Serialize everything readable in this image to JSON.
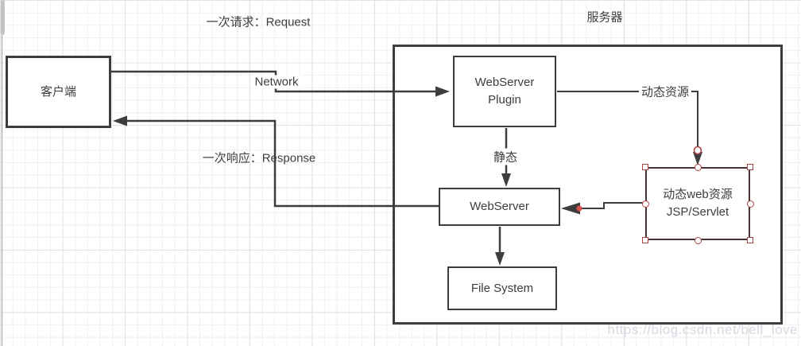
{
  "labels": {
    "request": "一次请求：Request",
    "response": "一次响应：Response",
    "network": "Network",
    "server_title": "服务器",
    "static": "静态",
    "dynamic_resource": "动态资源"
  },
  "nodes": {
    "client": {
      "label": "客户端"
    },
    "plugin": {
      "line1": "WebServer",
      "line2": "Plugin"
    },
    "webserver": {
      "label": "WebServer"
    },
    "filesystem": {
      "label": "File System"
    },
    "dynamic": {
      "line1": "动态web资源",
      "line2": "JSP/Servlet"
    }
  },
  "watermark": "https://blog.csdn.net/bell_love",
  "colors": {
    "line": "#3d3d3d",
    "selection_red": "#a94442",
    "endpoint_dot_red": "#d9534f",
    "grid_minor": "#efefef",
    "grid_major": "#e3e3e3",
    "watermark_text": "#d5dae3",
    "scrollbar_thumb": "#c3c3c3"
  }
}
